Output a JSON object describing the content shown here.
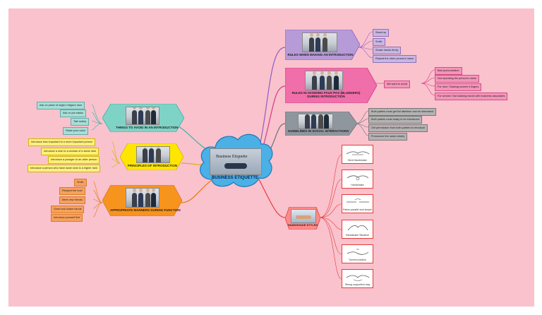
{
  "center": {
    "title": "BUSINESS ETIQUETTE",
    "image_caption": "Business Etiquette"
  },
  "branches": {
    "things_to_avoid": {
      "label": "THINGS TO AVOID IN AN INTRODUCTION",
      "color": "#7fd3c6",
      "items": [
        "Ask on place of origin/ religion/ race",
        "Ask on job status",
        "Talk rudely",
        "Raise your voice"
      ]
    },
    "principles": {
      "label": "PRINCIPLES OF INTRODUCTION",
      "color": "#ffe600",
      "items": [
        "Introduce less important to a more important person",
        "Introduce a man to a woman of a same rank",
        "Introduce a younger to an older person",
        "Introduce a person who have lower rank to a higher rank"
      ]
    },
    "appropriate": {
      "label": "APPROPRIATE MANNERS DURING FUNCTION",
      "color": "#f7941d",
      "items": [
        "Smile",
        "Respect the host",
        "Meet new friends",
        "Greet and shake hands",
        "Introduce yourself first"
      ]
    },
    "rules_intro": {
      "label": "RULES WHEN MAKING AN INTRODUCTION",
      "color": "#b79ad8",
      "items": [
        "Stand up",
        "Smile",
        "Shake hands firmly",
        "Repeat the other person's name"
      ]
    },
    "rules_avoid": {
      "label": "RULES IN AVOIDING FAUX PAS (BLUNDERS) DURING INTRODUCTION",
      "color": "#f06ea9",
      "sub_label": "We want to avoid",
      "items": [
        "Bad pronunciation",
        "Not repeating the person's name",
        "For men: Shaking women's fingers",
        "For women: Not shaking hands with business associates"
      ]
    },
    "guidelines": {
      "label": "GUIDELINES IN SOCIAL INTERACTIONS",
      "color": "#8f969d",
      "items": [
        "Both parties must get full attention and be interested",
        "Both parties must ready to be introduced",
        "Get permission from both parties to introduce",
        "Pronounce the name clearly"
      ]
    },
    "handshake": {
      "label": "HANDSHAKE STYLES",
      "color": "#e63a3a",
      "items": [
        "Bent Handshake",
        "Handshake",
        "Palms parallel and simple",
        "Handshake Situation",
        "Turned position",
        "Strong supportive way"
      ]
    }
  }
}
